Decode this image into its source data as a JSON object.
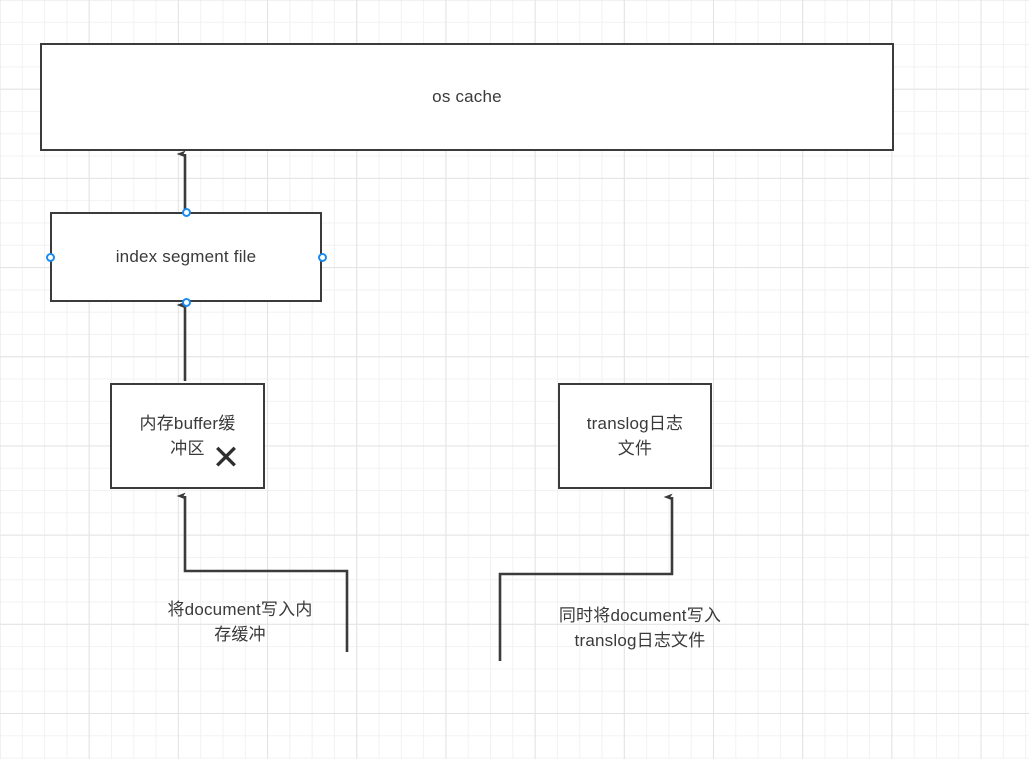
{
  "diagram": {
    "title": "Elasticsearch write path diagram",
    "background": {
      "grid": true,
      "minor_grid_color": "#f2f2f2",
      "major_grid_color": "#e3e3e3"
    },
    "stroke_color": "#3b3b3b",
    "text_color": "#3a3a3a",
    "handle_color": "#1a8cf0",
    "nodes": [
      {
        "id": "os-cache",
        "label": "os cache"
      },
      {
        "id": "index-segment",
        "label": "index segment file"
      },
      {
        "id": "mem-buffer",
        "label": "内存buffer缓\n冲区"
      },
      {
        "id": "translog",
        "label": "translog日志\n文件"
      }
    ],
    "marks": [
      {
        "id": "x-mark",
        "glyph": "✕"
      }
    ],
    "edge_labels": [
      {
        "id": "left",
        "text": "将document写入内\n存缓冲"
      },
      {
        "id": "right",
        "text": "同时将document写入\ntranslog日志文件"
      }
    ]
  }
}
